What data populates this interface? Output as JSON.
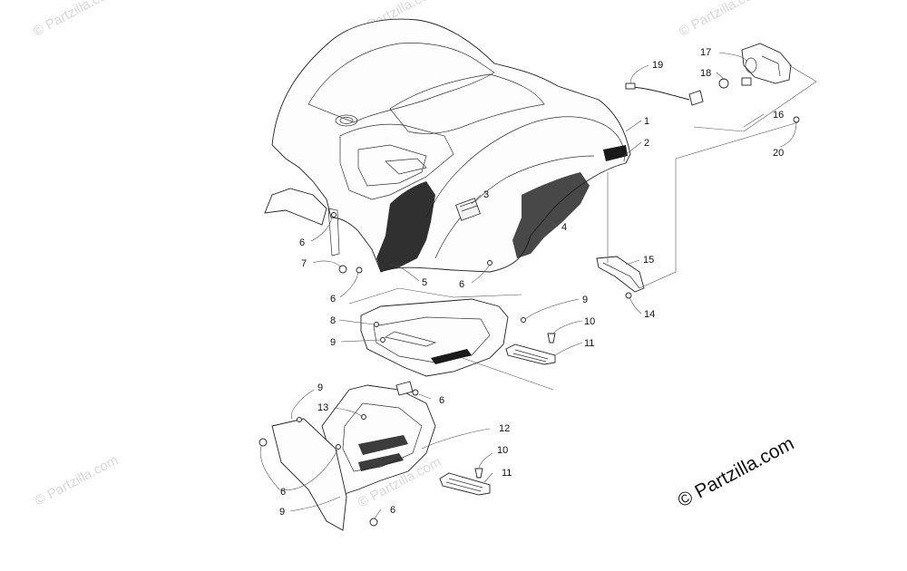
{
  "watermarks": {
    "wm_1": "© Partzilla.com",
    "wm_2": "© Partzilla.com",
    "wm_3": "© Partzilla.com",
    "wm_4": "© Partzilla.com",
    "wm_5": "© Partzilla.com",
    "credit": "© Partzilla.com"
  },
  "callouts": {
    "c1": "1",
    "c2": "2",
    "c3": "3",
    "c4": "4",
    "c5": "5",
    "c6a": "6",
    "c6b": "6",
    "c6c": "6",
    "c6d": "6",
    "c6e": "6",
    "c6f": "6",
    "c7": "7",
    "c8": "8",
    "c9a": "9",
    "c9b": "9",
    "c9c": "9",
    "c9d": "9",
    "c10a": "10",
    "c10b": "10",
    "c11a": "11",
    "c11b": "11",
    "c12": "12",
    "c13": "13",
    "c14": "14",
    "c15": "15",
    "c16": "16",
    "c17": "17",
    "c18": "18",
    "c19": "19",
    "c20": "20"
  },
  "colors": {
    "line": "#222222",
    "watermark": "#d8d8d8",
    "decal": "#1a1a1a"
  }
}
